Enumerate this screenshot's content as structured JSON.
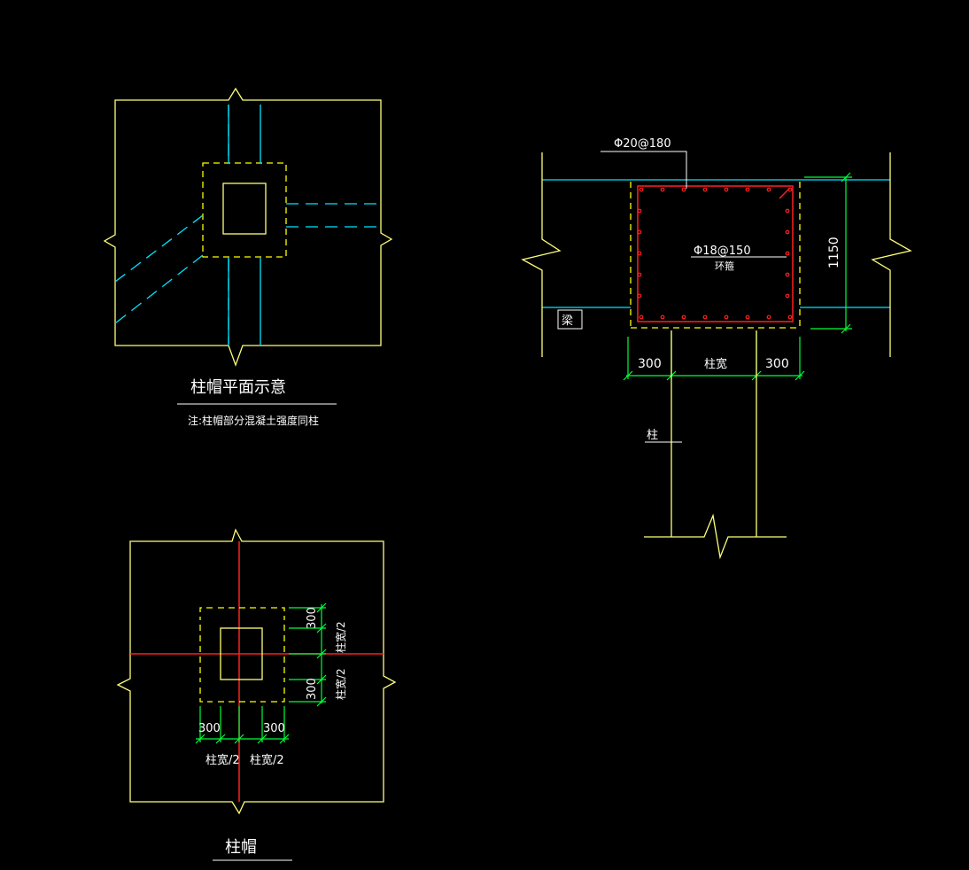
{
  "drawing": {
    "plan_title": "柱帽平面示意",
    "plan_note": "注:柱帽部分混凝土强度同柱",
    "cap_title": "柱帽",
    "section": {
      "top_rebar": "Φ20@180",
      "side_rebar": "Φ18@150",
      "stirrup_label": "环箍",
      "height_dim": "1150",
      "dim_left": "300",
      "dim_mid": "柱宽",
      "dim_right": "300",
      "beam_label": "梁",
      "column_label": "柱"
    },
    "cap": {
      "dim_top_300": "300",
      "dim_top_half": "柱宽/2",
      "dim_bottom_half": "柱宽/2",
      "dim_bottom_300": "300",
      "dim_left_300": "300",
      "dim_right_300": "300",
      "dim_left_half": "柱宽/2",
      "dim_right_half": "柱宽/2"
    }
  },
  "colors": {
    "background": "#000000",
    "outline": "#ffff7a",
    "beam": "#00e5ff",
    "dimension": "#00ff3a",
    "rebar": "#ff2020",
    "text": "#ffffff"
  }
}
